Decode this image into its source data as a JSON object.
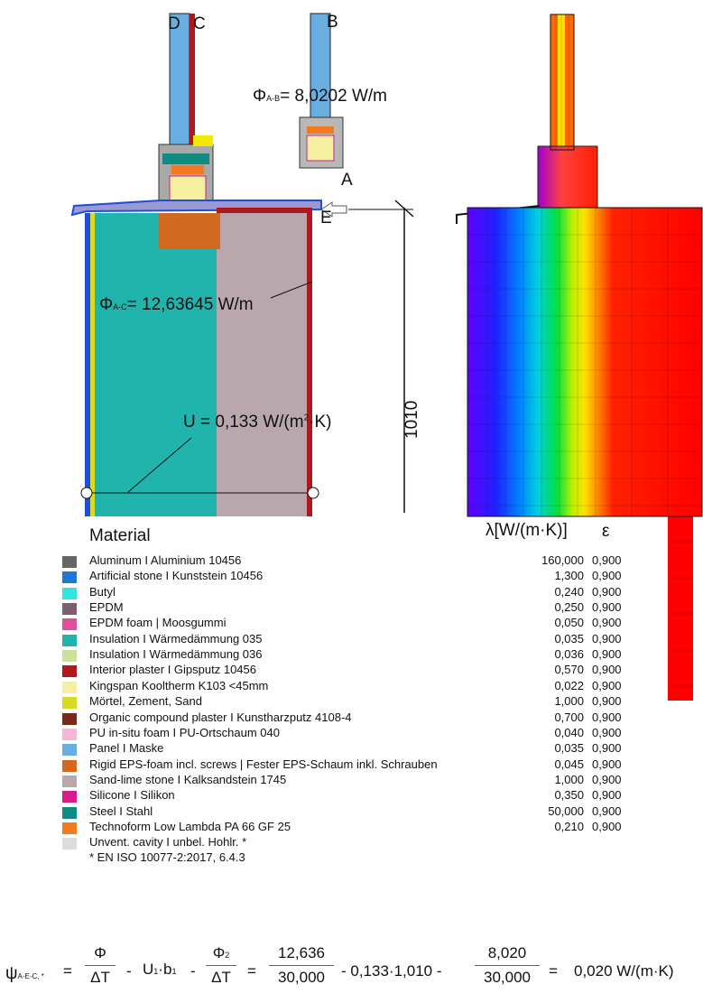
{
  "labels": {
    "D": "D",
    "C": "C",
    "B": "B",
    "A": "A",
    "E": "E",
    "phi_ab_sym": "Φ",
    "phi_ab_sub": "A-B",
    "phi_ab_val": "= 8,0202 W/m",
    "phi_ac_sym": "Φ",
    "phi_ac_sub": "A-C",
    "phi_ac_val": "= 12,63645 W/m",
    "u_pre": "U = 0,133 W/(m",
    "u_sup": "2",
    "u_post": "·K)",
    "dim": "1010"
  },
  "legend": {
    "title": "Material",
    "lambda_header": "λ[W/(m·K)]",
    "eps_header": "ε",
    "rows": [
      {
        "name": "Aluminum  I  Aluminium  10456",
        "lambda": "160,000",
        "eps": "0,900",
        "color": "#666666"
      },
      {
        "name": "Artificial stone  I  Kunststein 10456",
        "lambda": "1,300",
        "eps": "0,900",
        "color": "#1f77d8"
      },
      {
        "name": "Butyl",
        "lambda": "0,240",
        "eps": "0,900",
        "color": "#33e6dd"
      },
      {
        "name": "EPDM",
        "lambda": "0,250",
        "eps": "0,900",
        "color": "#7a6070"
      },
      {
        "name": "EPDM foam | Moosgummi",
        "lambda": "0,050",
        "eps": "0,900",
        "color": "#e0509a"
      },
      {
        "name": "Insulation  I  Wärmedämmung 035",
        "lambda": "0,035",
        "eps": "0,900",
        "color": "#20b4ad"
      },
      {
        "name": "Insulation  I  Wärmedämmung 036",
        "lambda": "0,036",
        "eps": "0,900",
        "color": "#c8e29a"
      },
      {
        "name": "Interior plaster  I  Gipsputz 10456",
        "lambda": "0,570",
        "eps": "0,900",
        "color": "#b01820"
      },
      {
        "name": "Kingspan Kooltherm K103 <45mm",
        "lambda": "0,022",
        "eps": "0,900",
        "color": "#f5f0a0"
      },
      {
        "name": "Mörtel, Zement, Sand",
        "lambda": "1,000",
        "eps": "0,900",
        "color": "#d7dc22"
      },
      {
        "name": "Organic compound plaster  I  Kunstharzputz 4108-4",
        "lambda": "0,700",
        "eps": "0,900",
        "color": "#7a2a1c"
      },
      {
        "name": "PU in-situ foam  I  PU-Ortschaum  040",
        "lambda": "0,040",
        "eps": "0,900",
        "color": "#f4b8d6"
      },
      {
        "name": "Panel  I  Maske",
        "lambda": "0,035",
        "eps": "0,900",
        "color": "#68aee0"
      },
      {
        "name": "Rigid EPS-foam incl. screws | Fester EPS-Schaum inkl. Schrauben",
        "lambda": "0,045",
        "eps": "0,900",
        "color": "#d2691e"
      },
      {
        "name": "Sand-lime stone  I  Kalksandstein  1745",
        "lambda": "1,000",
        "eps": "0,900",
        "color": "#b8a8ae"
      },
      {
        "name": "Silicone  I  Silikon",
        "lambda": "0,350",
        "eps": "0,900",
        "color": "#d81b8c"
      },
      {
        "name": "Steel  I  Stahl",
        "lambda": "50,000",
        "eps": "0,900",
        "color": "#138a80"
      },
      {
        "name": "Technoform Low Lambda PA 66 GF 25",
        "lambda": "0,210",
        "eps": "0,900",
        "color": "#f47a20"
      },
      {
        "name": "Unvent. cavity  I  unbel. Hohlr. *",
        "lambda": "",
        "eps": "",
        "color": "#dcdcdc"
      }
    ],
    "note": "* EN ISO 10077-2:2017, 6.4.3"
  },
  "formula": {
    "psi": "ψ",
    "psi_sub": "A-E-C, *",
    "eq1": "=",
    "phi": "Φ",
    "dT": "ΔT",
    "minus1": "-",
    "U": "U",
    "U_sub": "1",
    "dot": "·",
    "b": "b",
    "b_sub": "1",
    "minus2": "-",
    "phi2": "Φ",
    "phi2_sub": "2",
    "dT2": "ΔT",
    "eq2": "=",
    "n1": "12,636",
    "d1": "30,000",
    "mid": "-  0,133·1,010  -",
    "n2": "8,020",
    "d2": "30,000",
    "eq3": "=",
    "result": "0,020 W/(m·K)"
  }
}
